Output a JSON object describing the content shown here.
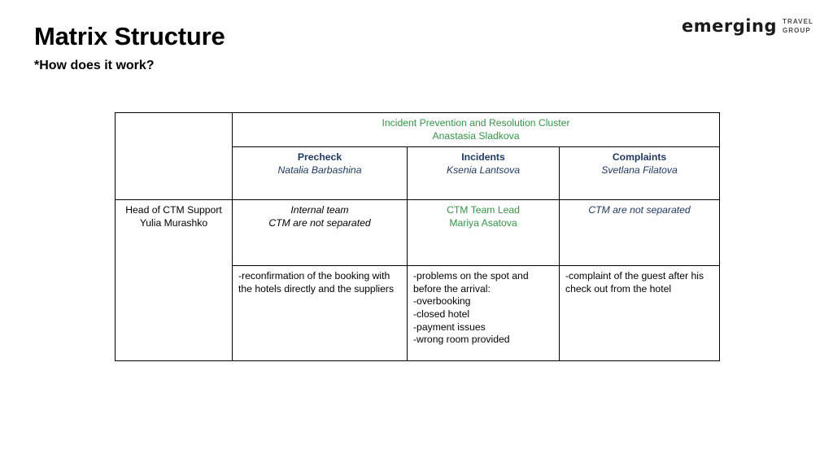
{
  "slide": {
    "title": "Matrix Structure",
    "subtitle": "*How does it work?"
  },
  "logo": {
    "wordmark": "emerging",
    "sub_line_1": "TRAVEL",
    "sub_line_2": "GROUP"
  },
  "colors": {
    "green": "#339647",
    "navy": "#1f3864",
    "black": "#000000",
    "border": "#000000",
    "background": "#ffffff"
  },
  "matrix": {
    "cluster": {
      "title": "Incident Prevention and Resolution Cluster",
      "owner": "Anastasia Sladkova"
    },
    "corner_cell": "",
    "row_label": {
      "title": "Head of CTM Support",
      "owner": "Yulia Murashko"
    },
    "columns": [
      {
        "header": "Precheck",
        "header_owner": "Natalia Barbashina",
        "lead_line_1": "Internal team",
        "lead_line_2": "CTM are not separated",
        "lead_color": "black",
        "details": [
          "-reconfirmation of the booking with",
          "the hotels directly and the suppliers"
        ]
      },
      {
        "header": "Incidents",
        "header_owner": "Ksenia Lantsova",
        "lead_line_1": "CTM Team Lead",
        "lead_line_2": "Mariya Asatova",
        "lead_color": "green",
        "details": [
          "-problems on the spot and",
          "before the arrival:",
          "-overbooking",
          "-closed hotel",
          "-payment issues",
          "-wrong room provided"
        ]
      },
      {
        "header": "Complaints",
        "header_owner": "Svetlana Filatova",
        "lead_line_1": "CTM are not separated",
        "lead_line_2": "",
        "lead_color": "navy",
        "details": [
          "-complaint of the guest after his",
          "check out from the hotel"
        ]
      }
    ]
  }
}
